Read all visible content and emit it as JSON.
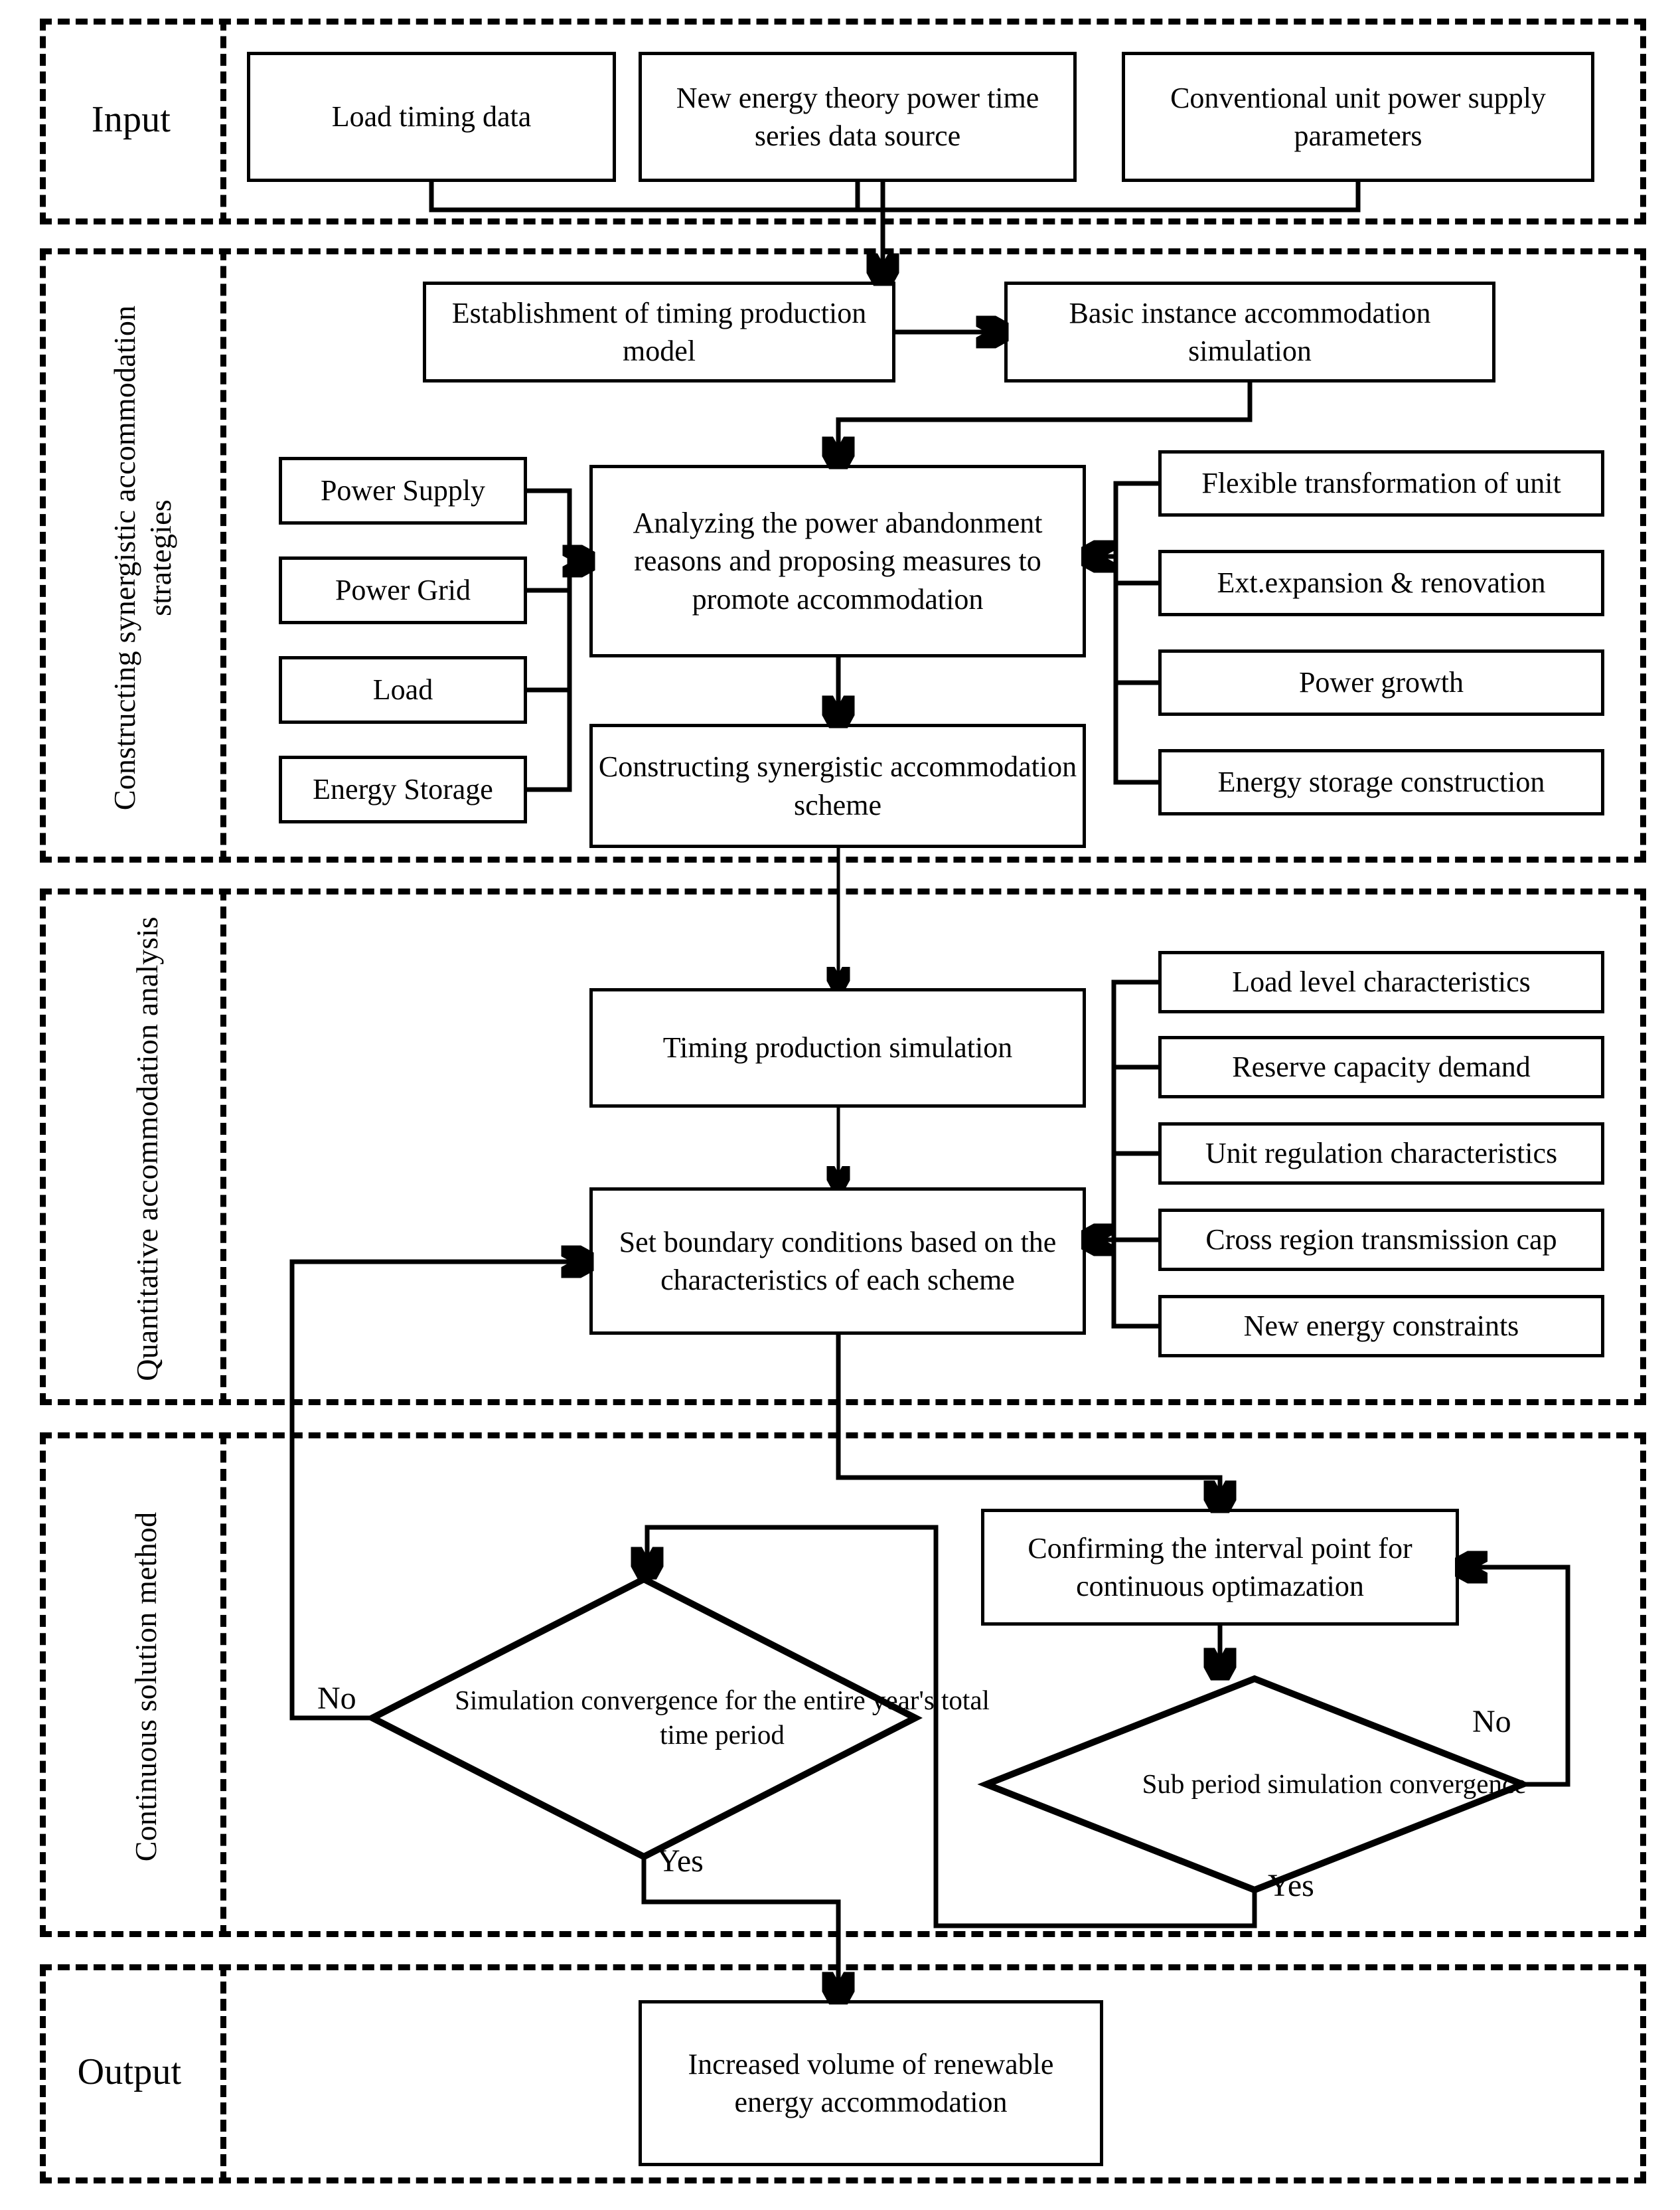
{
  "diagram": {
    "title": "Renewable energy accommodation analysis flowchart",
    "sections": [
      {
        "id": "input",
        "label": "Input"
      },
      {
        "id": "strategies",
        "label": "Constructing synergistic accommodation strategies"
      },
      {
        "id": "quantitative",
        "label": "Quantitative accommodation analysis"
      },
      {
        "id": "continuous",
        "label": "Continuous solution method"
      },
      {
        "id": "output",
        "label": "Output"
      }
    ],
    "input_boxes": [
      {
        "id": "load-timing-data",
        "text": "Load timing data"
      },
      {
        "id": "new-energy-source",
        "text": "New energy theory power time series data source"
      },
      {
        "id": "conventional-unit-params",
        "text": "Conventional unit power supply parameters"
      }
    ],
    "strategy_boxes": [
      {
        "id": "timing-production-model",
        "text": "Establishment of timing production model"
      },
      {
        "id": "basic-instance-simulation",
        "text": "Basic instance accommodation simulation"
      },
      {
        "id": "analyzing-power",
        "text": "Analyzing the power abandonment reasons and proposing measures to promote accommodation"
      },
      {
        "id": "constructing-scheme",
        "text": "Constructing synergistic accommodation scheme"
      }
    ],
    "strategy_left_inputs": [
      {
        "id": "power-supply",
        "text": "Power Supply"
      },
      {
        "id": "power-grid",
        "text": "Power Grid"
      },
      {
        "id": "load",
        "text": "Load"
      },
      {
        "id": "energy-storage",
        "text": "Energy Storage"
      }
    ],
    "strategy_right_measures": [
      {
        "id": "flexible-transformation",
        "text": "Flexible transformation of unit"
      },
      {
        "id": "ext-expansion-renovation",
        "text": "Ext.expansion & renovation"
      },
      {
        "id": "power-growth",
        "text": "Power growth"
      },
      {
        "id": "energy-storage-construction",
        "text": "Energy storage construction"
      }
    ],
    "quantitative_boxes": [
      {
        "id": "timing-production-simulation",
        "text": "Timing production simulation"
      },
      {
        "id": "set-boundary-conditions",
        "text": "Set boundary conditions based on the characteristics of each scheme"
      }
    ],
    "quantitative_right_items": [
      {
        "id": "load-level-characteristics",
        "text": "Load level characteristics"
      },
      {
        "id": "reserve-capacity-demand",
        "text": "Reserve capacity demand"
      },
      {
        "id": "unit-regulation-characteristics",
        "text": "Unit regulation characteristics"
      },
      {
        "id": "cross-region-transmission-cap",
        "text": "Cross region transmission cap"
      },
      {
        "id": "new-energy-constraints",
        "text": "New energy constraints"
      }
    ],
    "continuous_nodes": [
      {
        "id": "confirming-interval-point",
        "type": "process",
        "text": "Confirming the interval point for continuous optimazation"
      },
      {
        "id": "annual-convergence",
        "type": "decision",
        "text": "Simulation convergence for the entire year's total time period"
      },
      {
        "id": "sub-period-convergence",
        "type": "decision",
        "text": "Sub period simulation convergence"
      }
    ],
    "edge_labels": {
      "annual_no": "No",
      "annual_yes": "Yes",
      "sub_no": "No",
      "sub_yes": "Yes"
    },
    "output_boxes": [
      {
        "id": "increased-volume",
        "text": "Increased volume of renewable energy accommodation"
      }
    ],
    "colors": {
      "stroke": "#000000",
      "background": "#ffffff"
    }
  }
}
